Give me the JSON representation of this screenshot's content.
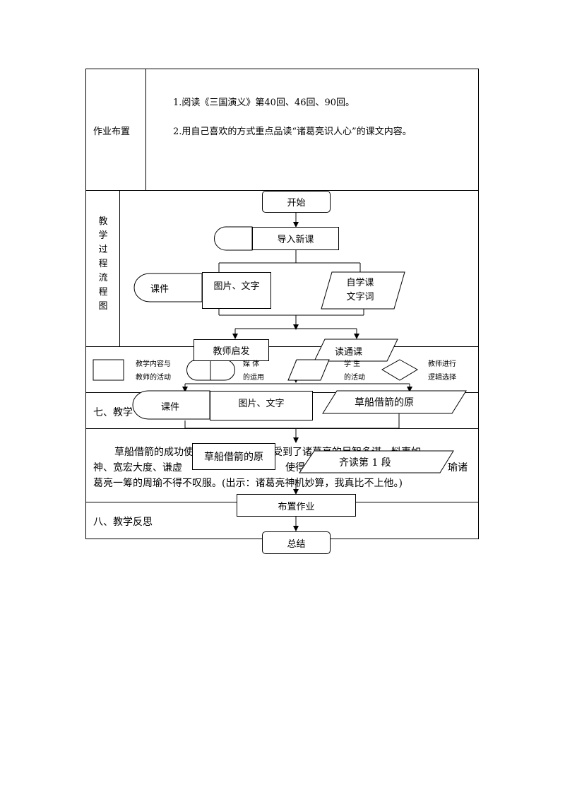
{
  "homework": {
    "label": "作业布置",
    "item1": "1.阅读《三国演义》第40回、46回、90回。",
    "item2": "2.用自己喜欢的方式重点品读“诸葛亮识人心”的课文内容。"
  },
  "flow_section": {
    "label_chars": [
      "教",
      "学",
      "过",
      "程",
      "流",
      "程",
      "图"
    ]
  },
  "flowchart": {
    "start": "开始",
    "intro": "导入新课",
    "courseware1": "课件",
    "pic_text1": "图片、文字",
    "self_study_line1": "自学课",
    "self_study_line2": "文字词",
    "teacher_inspire": "教师启发",
    "read_through": "读通课",
    "courseware2": "课件",
    "pic_text2": "图片、文字",
    "origin1": "草船借箭的原",
    "origin2": "草船借箭的原",
    "read_para1": "齐读第 1 段",
    "assign_homework": "布置作业",
    "summary": "总结"
  },
  "legend": {
    "rect_line1": "教学内容与",
    "rect_line2": "教师的活动",
    "media_line1": "媒 体",
    "media_line2": "的运用",
    "student_line1": "学 生",
    "student_line2": "的活动",
    "diamond_line1": "教师进行",
    "diamond_line2": "逻辑选择"
  },
  "section7": {
    "label": "七、教学"
  },
  "board": {
    "line1": "草船借箭的成功使我们真真切切地感受到了诸葛亮的足智多谋、料事如",
    "line2_left": "神、宽宏大度、谦虚",
    "line2_mid": "使得",
    "line2_right": "瑜诸",
    "line3": "葛亮一筹的周瑜不得不叹服。(出示：诸葛亮神机妙算，我真比不上他。)"
  },
  "section8": {
    "label": "八、教学反思"
  }
}
